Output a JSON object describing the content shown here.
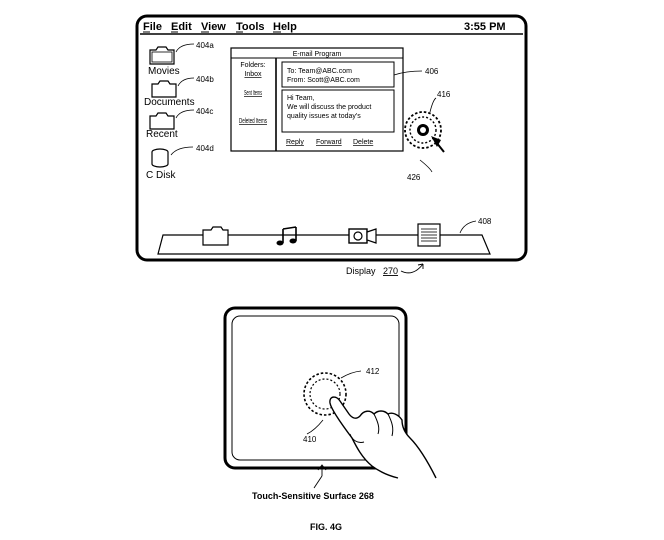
{
  "display": {
    "menu": [
      {
        "key": "file",
        "label": "File"
      },
      {
        "key": "edit",
        "label": "Edit"
      },
      {
        "key": "view",
        "label": "View"
      },
      {
        "key": "tools",
        "label": "Tools"
      },
      {
        "key": "help",
        "label": "Help"
      }
    ],
    "time": "3:55 PM",
    "caption_prefix": "Display",
    "caption_ref": "270"
  },
  "desktop_icons": [
    {
      "label": "Movies",
      "ref": "404a",
      "icon": "folder-icon"
    },
    {
      "label": "Documents",
      "ref": "404b",
      "icon": "folder-icon"
    },
    {
      "label": "Recent",
      "ref": "404c",
      "icon": "folder-icon"
    },
    {
      "label": "C Disk",
      "ref": "404d",
      "icon": "disk-icon"
    }
  ],
  "email_window": {
    "title": "E-mail Program",
    "folders_label": "Folders:",
    "folders": [
      "Inbox",
      "Sent Items",
      "Deleted Items"
    ],
    "to": "To: Team@ABC.com",
    "from": "From: Scott@ABC.com",
    "body_line1": "Hi Team,",
    "body_line2": "We will discuss the product",
    "body_line3": "quality issues at today's",
    "actions": [
      "Reply",
      "Forward",
      "Delete"
    ]
  },
  "dock": {
    "icons": [
      "folder-icon",
      "music-icon",
      "camera-icon",
      "document-icon"
    ]
  },
  "refs": {
    "email": "406",
    "contact_focus": "416",
    "cursor": "426",
    "dock": "408",
    "touch_contact": "412",
    "finger": "410"
  },
  "touchpad": {
    "caption": "Touch-Sensitive Surface 268"
  },
  "figure_label": "FIG. 4G"
}
